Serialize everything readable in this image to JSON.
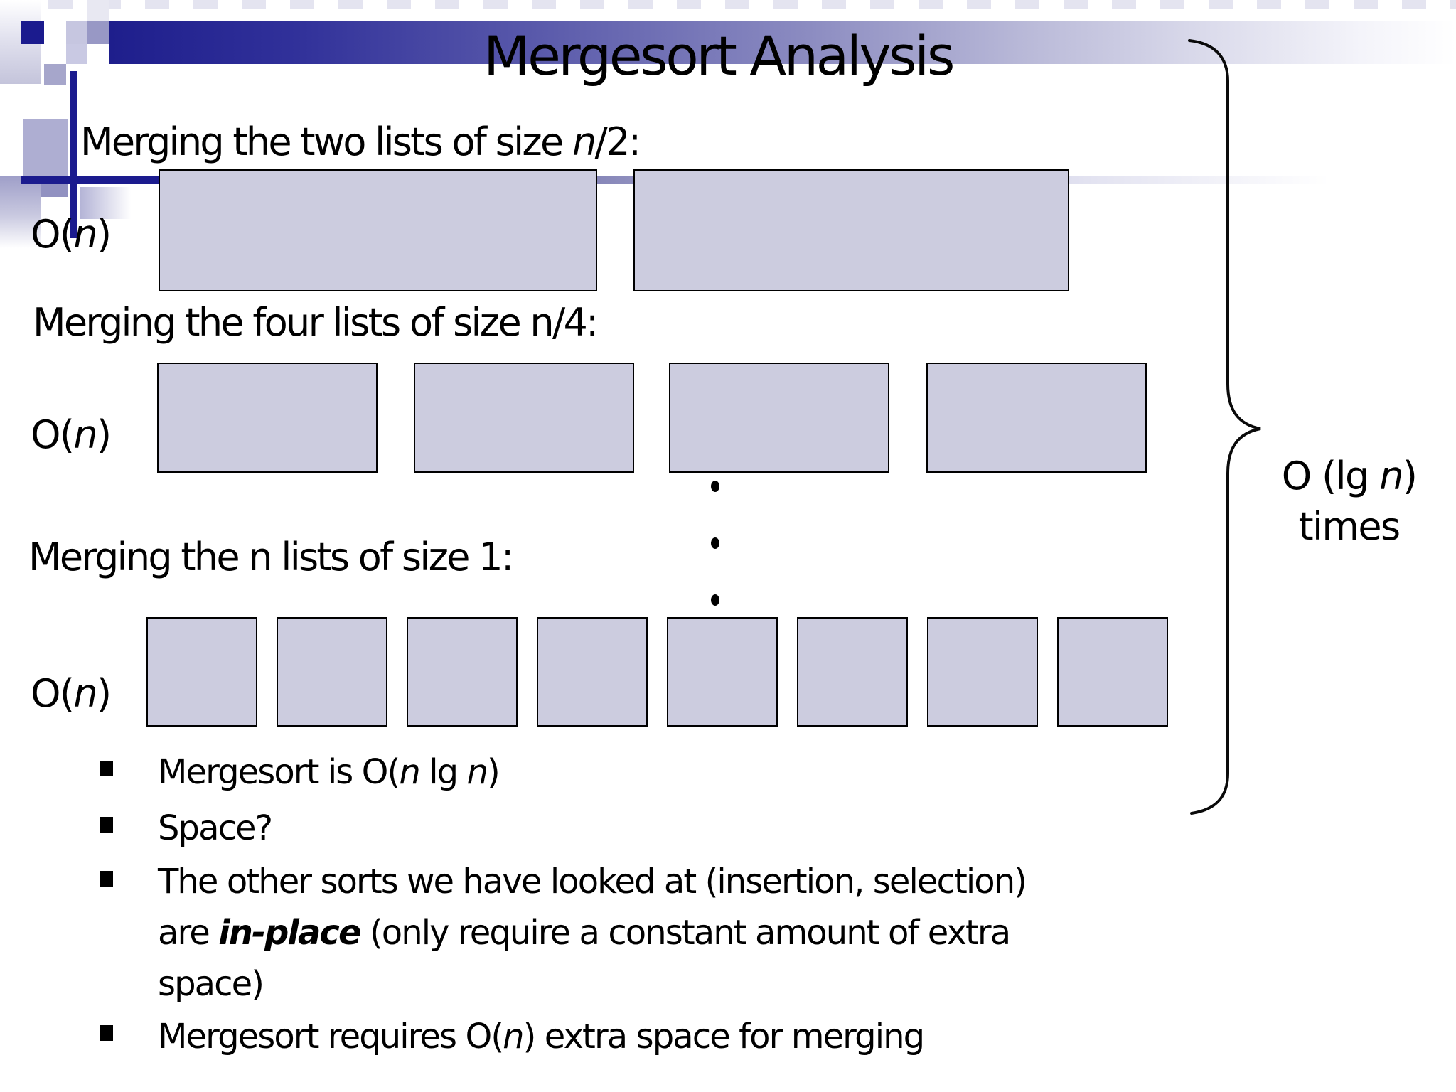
{
  "title": "Mergesort Analysis",
  "colors": {
    "accent_navy": "#1b1b8e",
    "box_fill": "#ccccdf",
    "box_border": "#000000",
    "text": "#000000"
  },
  "rows": [
    {
      "heading": {
        "pre": "Merging the two lists of size ",
        "italic": "n",
        "post": "/2:"
      },
      "complexity": {
        "pre": "O(",
        "italic": "n",
        "post": ")"
      },
      "box_count": 2
    },
    {
      "heading": {
        "pre": "Merging the four lists of size n/4:",
        "italic": "",
        "post": ""
      },
      "complexity": {
        "pre": "O(",
        "italic": "n",
        "post": ")"
      },
      "box_count": 4
    },
    {
      "heading": {
        "pre": "Merging the n lists of size 1:",
        "italic": "",
        "post": ""
      },
      "complexity": {
        "pre": "O(",
        "italic": "n",
        "post": ")"
      },
      "box_count": 8
    }
  ],
  "ellipsis_dot_count": 3,
  "brace": {
    "line1": {
      "pre": "O (lg ",
      "italic": "n",
      "post": ")"
    },
    "line2": "times"
  },
  "bullets": [
    {
      "pre": "Mergesort is O(",
      "it1": "n",
      "mid": " lg ",
      "it2": "n",
      "post": ")"
    },
    {
      "text": "Space?"
    },
    {
      "line1": "The other sorts we have looked at (insertion, selection)",
      "line2": {
        "pre": "are ",
        "bold_italic": "in-place",
        "post": " (only require a constant amount of extra"
      },
      "line3": "space)"
    },
    {
      "pre": "Mergesort requires O(",
      "it": "n",
      "post": ") extra space for merging"
    }
  ]
}
